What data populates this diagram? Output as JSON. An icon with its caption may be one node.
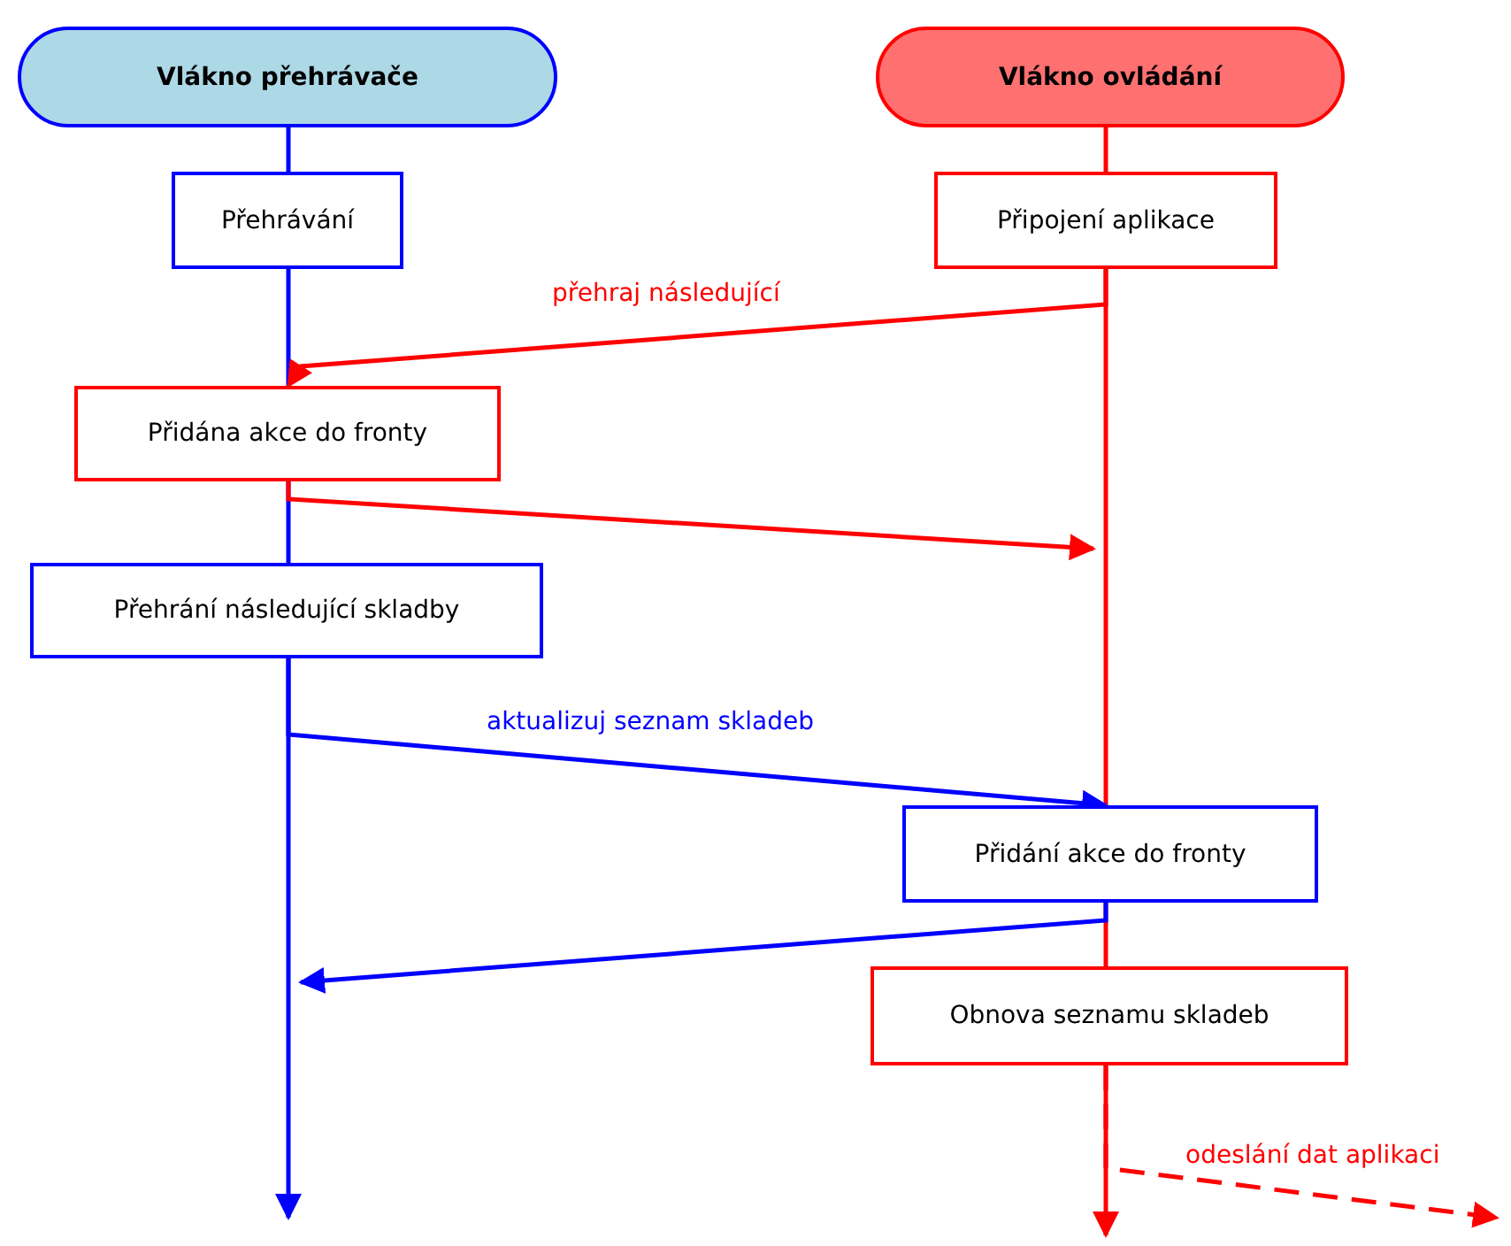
{
  "diagram": {
    "nodes": [
      {
        "text": [
          "Vlákno přehrávače"
        ]
      },
      {
        "text": [
          "Vlákno ovládání"
        ]
      },
      {
        "text": [
          "Přehrávání"
        ]
      },
      {
        "text": [
          "Připojení aplikace"
        ]
      },
      {
        "text": [
          "Přidána akce do fronty"
        ]
      },
      {
        "text": [
          "Přehrání následující skladby"
        ]
      },
      {
        "text": [
          "Přidání akce do fronty"
        ]
      },
      {
        "text": [
          "Obnova seznamu skladeb"
        ]
      }
    ],
    "edges": [
      {
        "from": 0,
        "to": 2,
        "arrow": "none",
        "color": "#0000ff"
      },
      {
        "from": 2,
        "to": 4,
        "arrow": "none",
        "color": "#0000ff"
      },
      {
        "from": 4,
        "to": 5,
        "arrow": "none",
        "color": "#0000ff"
      },
      {
        "from": 5,
        "to": null,
        "arrow": "to",
        "color": "#0000ff"
      },
      {
        "from": 1,
        "to": 3,
        "arrow": "none",
        "color": "#ff0000"
      },
      {
        "from": 3,
        "to": 6,
        "arrow": "none",
        "color": "#ff0000"
      },
      {
        "from": 6,
        "to": 7,
        "arrow": "none",
        "color": "#ff0000"
      },
      {
        "from": 7,
        "to": null,
        "arrow": "to",
        "color": "#ff0000"
      },
      {
        "from": 3,
        "to": 4,
        "arrow": "to",
        "label": "přehraj následující",
        "color": "#ff0000"
      },
      {
        "from": 4,
        "to": null,
        "arrow": "to",
        "color": "#ff0000"
      },
      {
        "from": 5,
        "to": 6,
        "arrow": "to",
        "label": "aktualizuj seznam skladeb",
        "color": "#0000ff"
      },
      {
        "from": 6,
        "to": null,
        "arrow": "to",
        "color": "#0000ff"
      },
      {
        "from": 7,
        "to": null,
        "arrow": "to",
        "label": "odeslání dat aplikaci",
        "style": "dashed",
        "color": "#ff0000"
      }
    ]
  }
}
